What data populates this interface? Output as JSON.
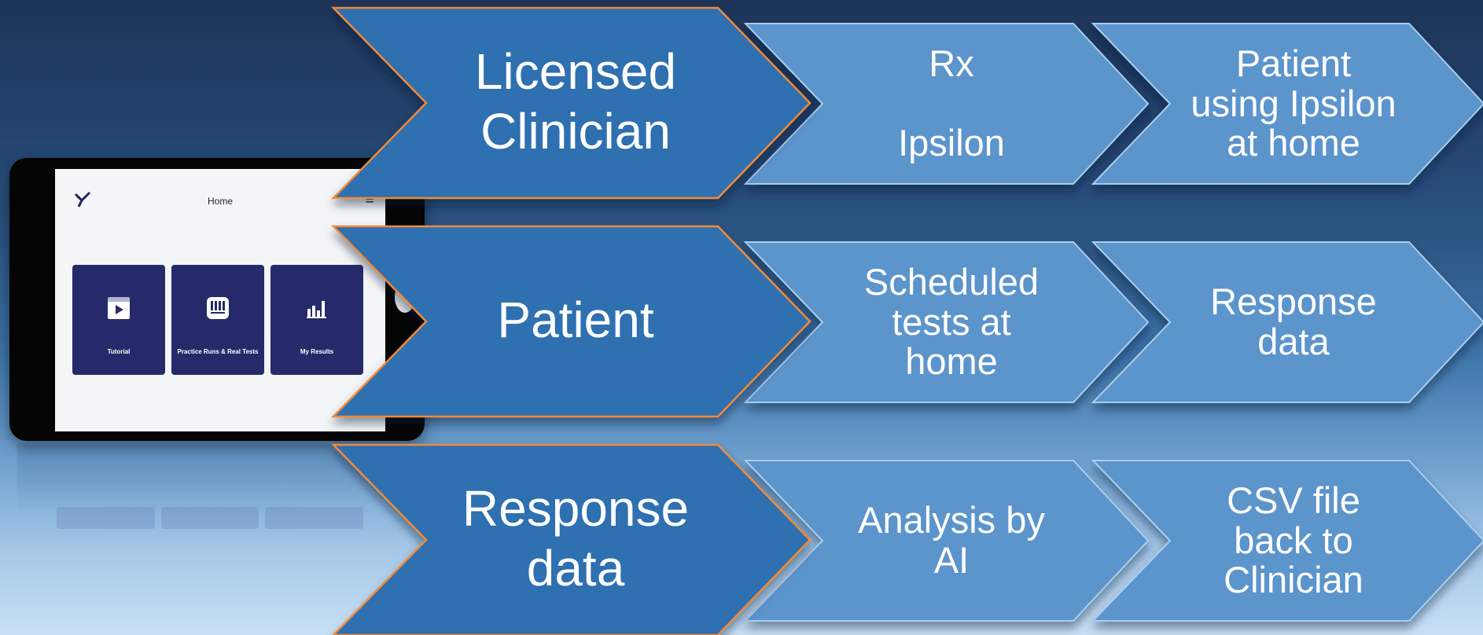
{
  "diagram": {
    "rows": [
      {
        "role": "Licensed\nClinician",
        "steps": [
          "Rx\n\nIpsilon",
          "Patient\nusing Ipsilon\nat home"
        ]
      },
      {
        "role": "Patient",
        "steps": [
          "Scheduled\ntests at\nhome",
          "Response\ndata"
        ]
      },
      {
        "role": "Response\ndata",
        "steps": [
          "Analysis by\nAI",
          "CSV file\nback to\nClinician"
        ]
      }
    ]
  },
  "tablet": {
    "title": "Home",
    "logo_icon": "ipsilon-logo-icon",
    "menu_icon": "hamburger-menu-icon",
    "tiles": [
      {
        "label": "Tutorial",
        "icon": "video-play-icon"
      },
      {
        "label": "Practice Runs & Real Tests",
        "icon": "piano-keys-icon"
      },
      {
        "label": "My Results",
        "icon": "bar-chart-icon"
      }
    ]
  },
  "colors": {
    "role_fill": "#2e6fb0",
    "role_stroke": "#f08a3a",
    "step_fill": "#5b94cc",
    "step_stroke": "#a9cdef"
  }
}
